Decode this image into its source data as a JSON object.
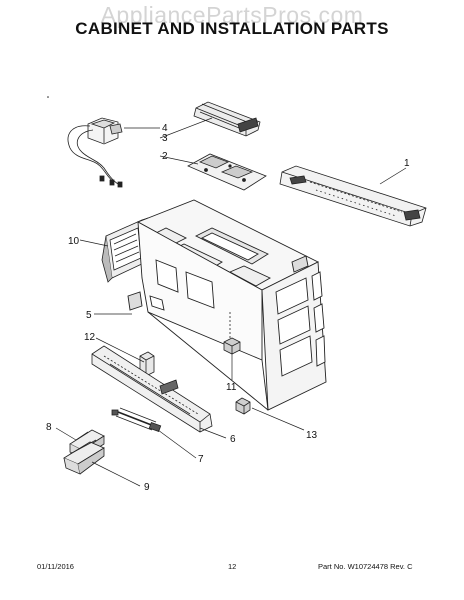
{
  "watermark": "AppliancePartsPros.com",
  "title": "CABINET AND INSTALLATION PARTS",
  "callouts": [
    "1",
    "2",
    "3",
    "4",
    "5",
    "6",
    "7",
    "8",
    "9",
    "10",
    "11",
    "12",
    "13"
  ],
  "footer": {
    "date": "01/11/2016",
    "page": "12",
    "part_number": "Part No. W10724478  Rev. C"
  }
}
